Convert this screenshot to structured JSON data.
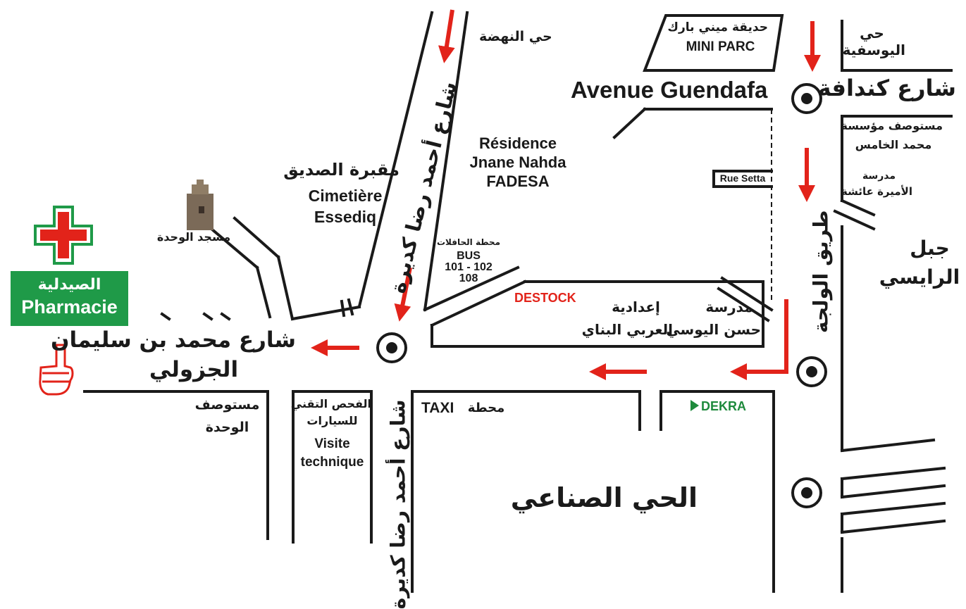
{
  "colors": {
    "road": "#1a1a1a",
    "arrow": "#e2231a",
    "pharmacy": "#1f9a48",
    "dekra": "#1e8a3c"
  },
  "pharmacy": {
    "label_ar": "الصيدلية",
    "label_fr": "Pharmacie",
    "icons": [
      "pharmacy-cross-icon",
      "pointing-hand-icon"
    ]
  },
  "streets": {
    "nahda": "حي النهضة",
    "kadira_north": "شارع أحمد رضا كديرة",
    "kadira_south": "شارع أحمد رضا كديرة",
    "jazouli_line1": "شارع محمد بن سليمان",
    "jazouli_line2": "الجزولي",
    "guendafa_fr": "Avenue Guendafa",
    "guendafa_ar": "شارع كندافة",
    "oulja": "طريق الولجة",
    "rue_setta": "Rue Setta",
    "youssoufia_line1": "حي",
    "youssoufia_line2": "اليوسفية"
  },
  "places": {
    "mini_parc_ar": "حديقة ميني بارك",
    "mini_parc_fr": "MINI PARC",
    "dispensary_mv_line1": "مستوصف مؤسسة",
    "dispensary_mv_line2": "محمد الخامس",
    "amira_line1": "مدرسة",
    "amira_line2": "الأميرة عائشة",
    "residence_line1": "Résidence",
    "residence_line2": "Jnane Nahda",
    "residence_line3": "FADESA",
    "cemetery_ar": "مقبرة الصديق",
    "cemetery_fr_line1": "Cimetière",
    "cemetery_fr_line2": "Essediq",
    "mosque": "مسجد الوحدة",
    "bus_ar": "محطة الحافلات",
    "bus_line1": "BUS",
    "bus_line2": "101 - 102",
    "bus_line3": "108",
    "destock": "DESTOCK",
    "idadia_line1": "إعدادية",
    "idadia_line2": "العربي البناي",
    "school_line1": "مدرسة",
    "school_line2": "حسن اليوسي",
    "jbel_line1": "جبل",
    "jbel_line2": "الرايسي",
    "dispensary_wahda_line1": "مستوصف",
    "dispensary_wahda_line2": "الوحدة",
    "visite_ar_line1": "الفحص التقني",
    "visite_ar_line2": "للسيارات",
    "visite_fr_line1": "Visite",
    "visite_fr_line2": "technique",
    "taxi_fr": "TAXI",
    "taxi_ar": "محطة",
    "dekra": "DEKRA",
    "industrial": "الحي الصناعي"
  },
  "markers": [
    "roundabout-icon",
    "roundabout-icon",
    "roundabout-icon",
    "roundabout-icon"
  ],
  "arrows": [
    "direction-arrow-icon"
  ]
}
